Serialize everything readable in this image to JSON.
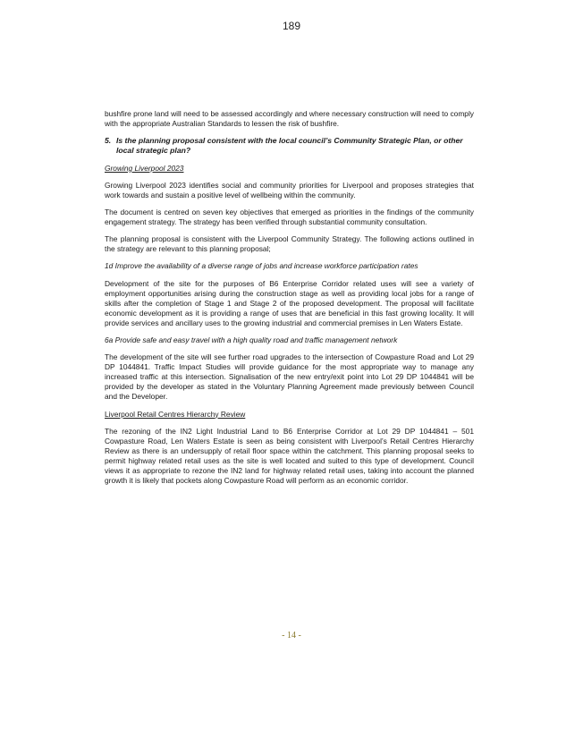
{
  "page": {
    "number": "189",
    "footer": "- 14 -"
  },
  "content": {
    "p1": "bushfire prone land will need to be assessed accordingly and where necessary construction will need to comply with the appropriate Australian Standards to lessen the risk of bushfire.",
    "q5_number": "5.",
    "q5_text": "Is the planning proposal consistent with the local council’s Community Strategic Plan, or other local strategic plan?",
    "h_growing": "Growing Liverpool 2023",
    "p2": "Growing Liverpool 2023 identifies social and community priorities for Liverpool and proposes strategies that work towards and sustain a positive level of wellbeing within the community.",
    "p3": "The document is centred on seven key objectives that emerged as priorities in the findings of the community engagement strategy. The strategy has been verified through substantial community consultation.",
    "p4": "The planning proposal is consistent with the Liverpool Community Strategy. The following actions outlined in the strategy are relevant to this planning proposal;",
    "h_1d": "1d Improve the availability of a diverse range of jobs and increase workforce participation rates",
    "p5": "Development of the site for the purposes of B6 Enterprise Corridor related uses will see a variety of employment opportunities arising during the construction stage as well as providing local jobs for a range of skills after the completion of Stage 1 and Stage 2 of the proposed development. The proposal will facilitate economic development as it is providing a range of uses that are beneficial in this fast growing locality. It will provide services and ancillary uses to the growing industrial and commercial premises in Len Waters Estate.",
    "h_6a": "6a Provide safe and easy travel with a high quality road and traffic management network",
    "p6": "The development of the site will see further road upgrades to the intersection of Cowpasture Road and Lot 29 DP 1044841. Traffic Impact Studies will provide guidance for the most appropriate way to manage any increased traffic at this intersection. Signalisation of the new entry/exit point into Lot 29 DP 1044841 will be provided by the developer as stated in the Voluntary Planning Agreement made previously between Council and the Developer.",
    "h_retail": "Liverpool Retail Centres Hierarchy Review",
    "p7": "The rezoning of the IN2 Light Industrial Land to B6 Enterprise Corridor at Lot 29 DP 1044841 – 501 Cowpasture Road, Len Waters Estate is seen as being consistent with Liverpool’s Retail Centres Hierarchy Review as there is an undersupply of retail floor space within the catchment. This planning proposal seeks to permit highway related retail uses as the site is well located and suited to this type of development. Council views it as appropriate to rezone the IN2 land for highway related retail uses, taking into account the planned growth it is likely that pockets along Cowpasture Road will perform as an economic corridor."
  }
}
